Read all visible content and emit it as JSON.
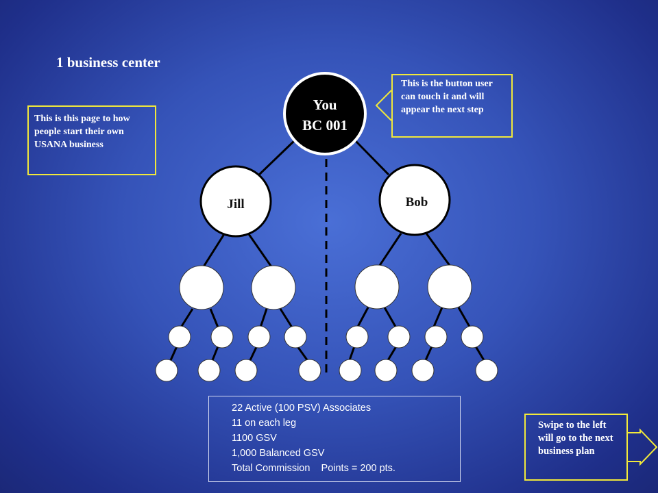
{
  "header": {
    "title": "1 business center"
  },
  "tree": {
    "root": {
      "line1": "You",
      "line2": "BC 001"
    },
    "left_leg": {
      "label": "Jill"
    },
    "right_leg": {
      "label": "Bob"
    }
  },
  "notes": {
    "left": "This is this page to how people start their own USANA business",
    "right": "This is the button user can touch it and will appear  the next step",
    "bottom": "Swipe to the left will go to the next business plan"
  },
  "stats": [
    "22 Active (100 PSV) Associates",
    "11 on each leg",
    "1100 GSV",
    "1,000 Balanced GSV",
    "Total Commission    Points = 200 pts."
  ],
  "colors": {
    "note_border": "#f2e93a",
    "root_fill": "#000000",
    "node_fill": "#ffffff"
  }
}
